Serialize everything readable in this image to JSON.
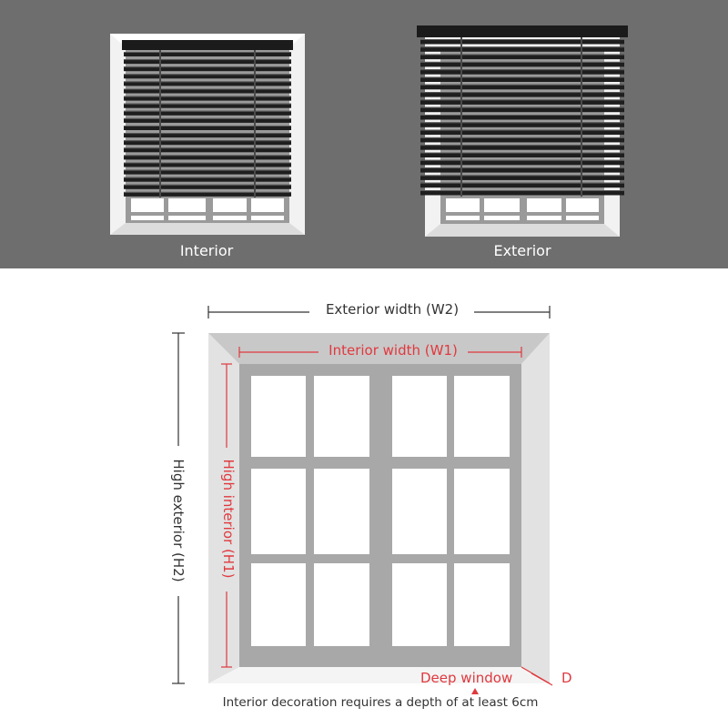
{
  "colors": {
    "background_top": "#6e6e6e",
    "slat": "#1e1e1e",
    "wall": "#ececec",
    "frame": "#a8a8a8",
    "glass": "#ffffff",
    "accent_red": "#e0393e",
    "dark_text": "#333333"
  },
  "top_examples": {
    "interior_caption": "Interior",
    "exterior_caption": "Exterior"
  },
  "diagram": {
    "exterior_width_label": "Exterior width (W2)",
    "interior_width_label": "Interior width (W1)",
    "high_exterior_label": "High exterior (H2)",
    "high_interior_label": "High interior (H1)",
    "deep_window_label": "Deep window",
    "depth_letter": "D",
    "note": "Interior decoration requires a depth of at least 6cm"
  }
}
